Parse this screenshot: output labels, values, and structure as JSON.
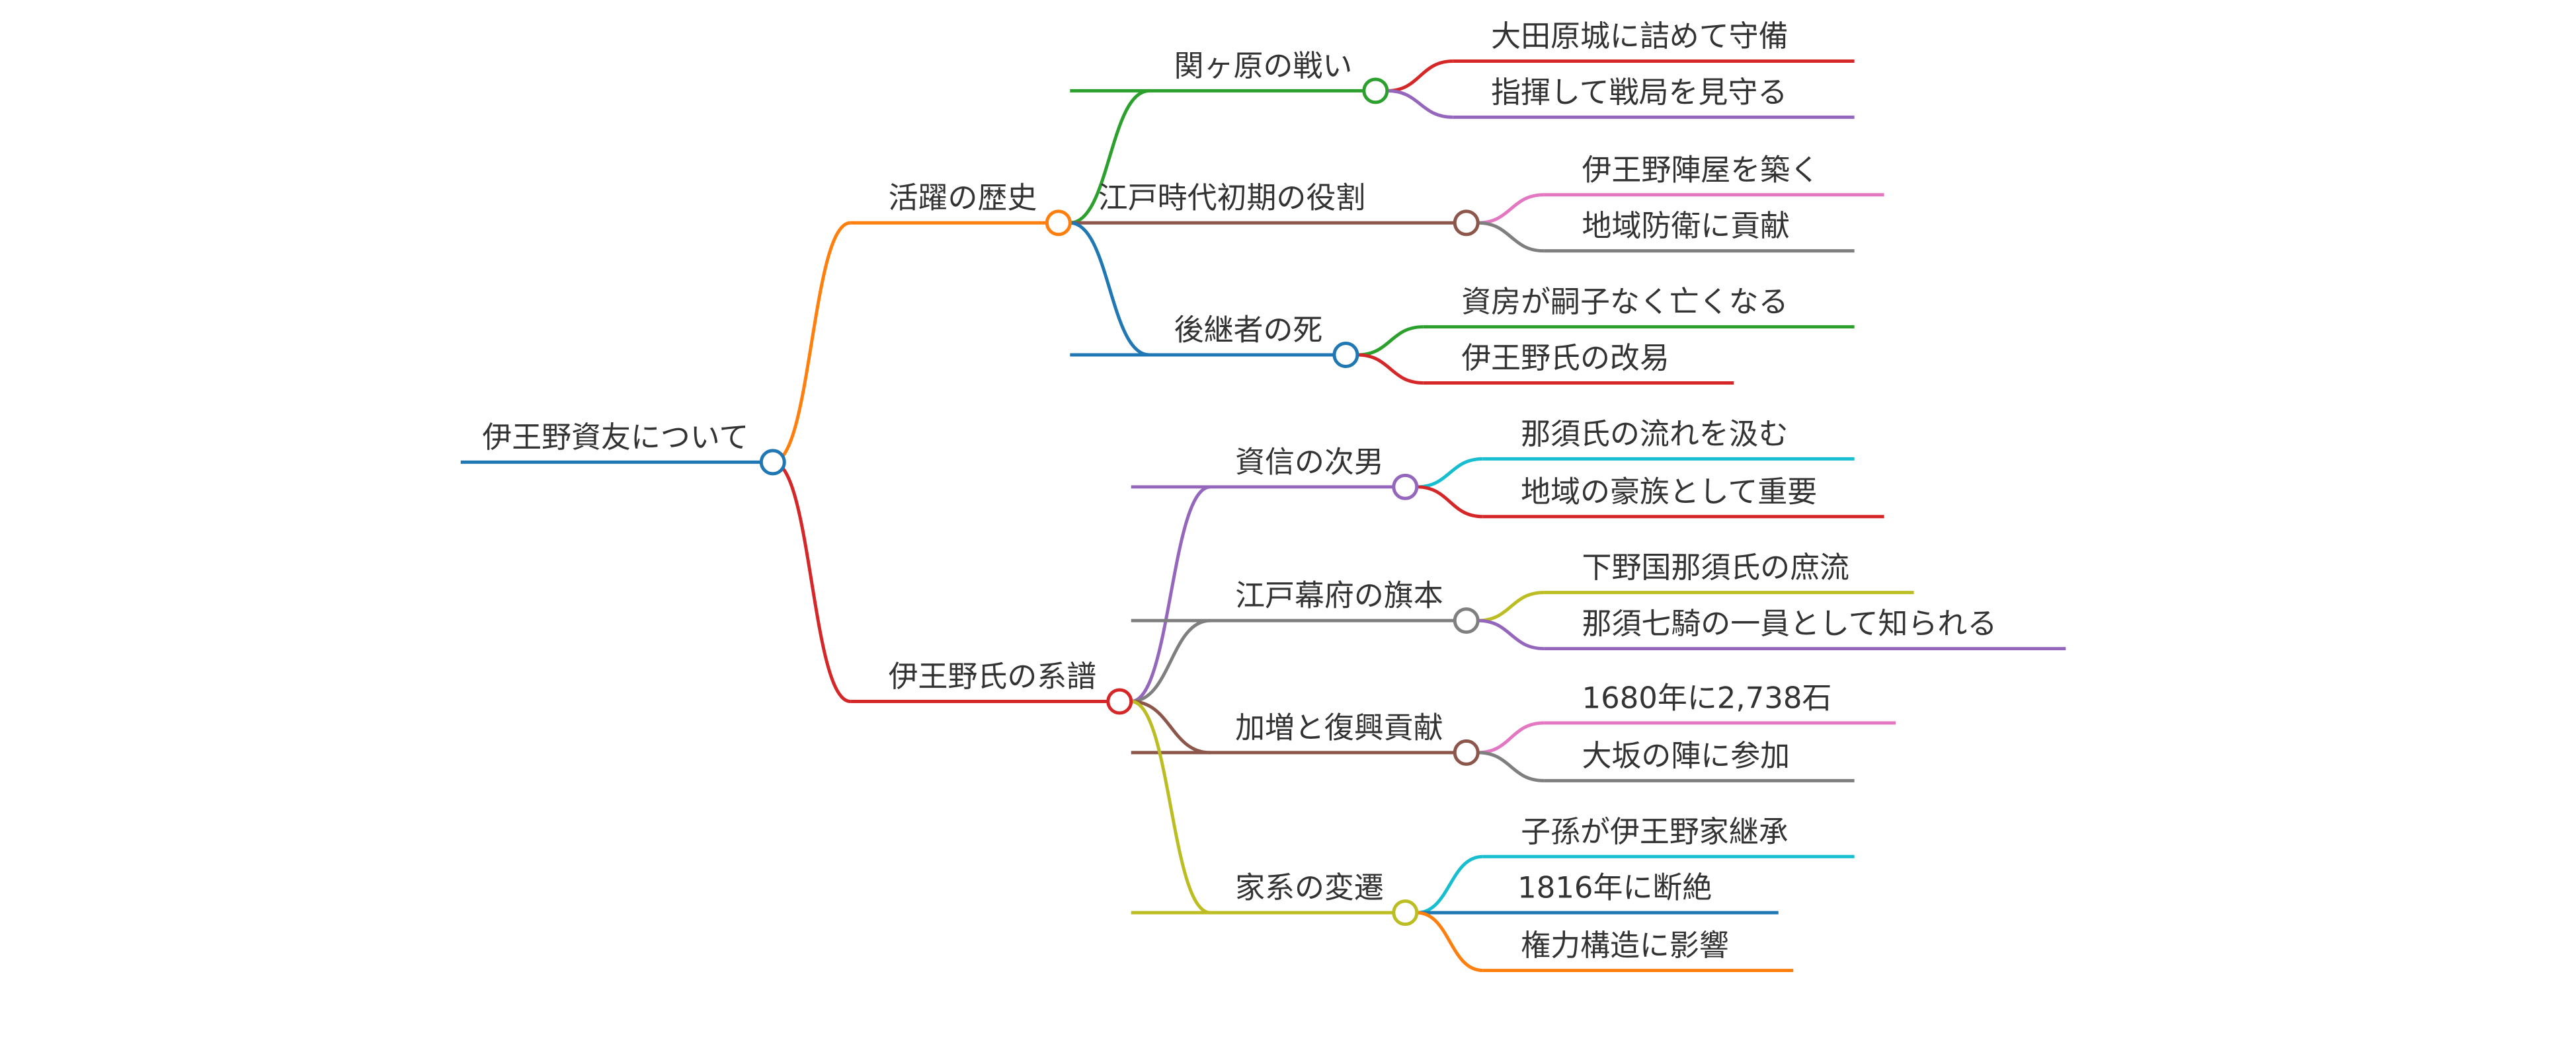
{
  "mindmap": {
    "root": {
      "label": "伊王野資友について",
      "color": "#1f77b4"
    },
    "branches": [
      {
        "label": "活躍の歴史",
        "color": "#ff7f0e",
        "children": [
          {
            "label": "関ヶ原の戦い",
            "color": "#2ca02c",
            "children": [
              {
                "label": "大田原城に詰めて守備",
                "color": "#d62728"
              },
              {
                "label": "指揮して戦局を見守る",
                "color": "#9467bd"
              }
            ]
          },
          {
            "label": "江戸時代初期の役割",
            "color": "#8c564b",
            "children": [
              {
                "label": "伊王野陣屋を築く",
                "color": "#e377c2"
              },
              {
                "label": "地域防衛に貢献",
                "color": "#7f7f7f"
              }
            ]
          },
          {
            "label": "後継者の死",
            "color": "#1f77b4",
            "children": [
              {
                "label": "資房が嗣子なく亡くなる",
                "color": "#2ca02c"
              },
              {
                "label": "伊王野氏の改易",
                "color": "#d62728"
              }
            ]
          }
        ]
      },
      {
        "label": "伊王野氏の系譜",
        "color": "#d62728",
        "children": [
          {
            "label": "資信の次男",
            "color": "#9467bd",
            "children": [
              {
                "label": "那須氏の流れを汲む",
                "color": "#17becf"
              },
              {
                "label": "地域の豪族として重要",
                "color": "#d62728"
              }
            ]
          },
          {
            "label": "江戸幕府の旗本",
            "color": "#7f7f7f",
            "children": [
              {
                "label": "下野国那須氏の庶流",
                "color": "#bcbd22"
              },
              {
                "label": "那須七騎の一員として知られる",
                "color": "#9467bd"
              }
            ]
          },
          {
            "label": "加増と復興貢献",
            "color": "#8c564b",
            "children": [
              {
                "label": "1680年に2,738石",
                "color": "#e377c2"
              },
              {
                "label": "大坂の陣に参加",
                "color": "#7f7f7f"
              }
            ]
          },
          {
            "label": "家系の変遷",
            "color": "#bcbd22",
            "children": [
              {
                "label": "子孫が伊王野家継承",
                "color": "#17becf"
              },
              {
                "label": "1816年に断絶",
                "color": "#1f77b4"
              },
              {
                "label": "権力構造に影響",
                "color": "#ff7f0e"
              }
            ]
          }
        ]
      }
    ]
  }
}
